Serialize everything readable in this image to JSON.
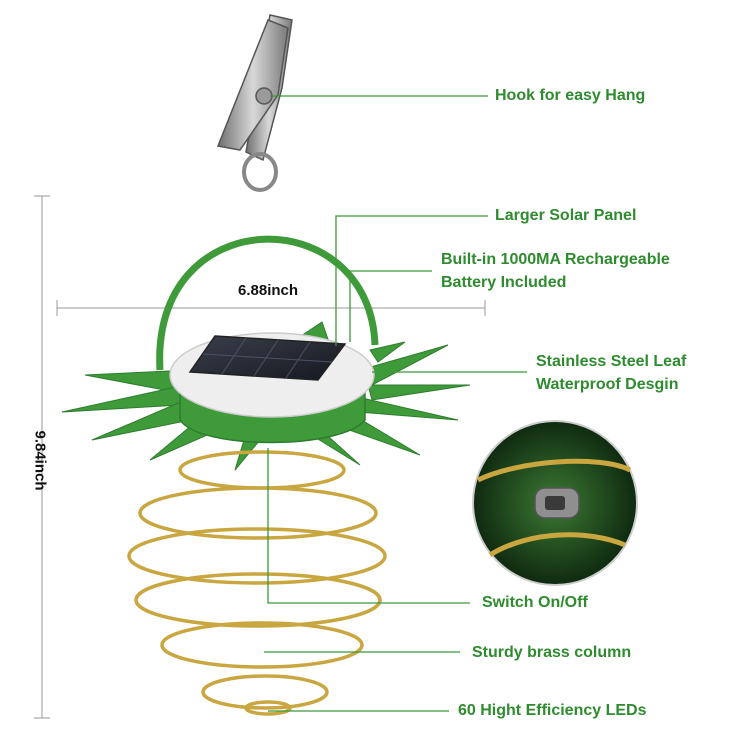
{
  "colors": {
    "label_text": "#2e8b2e",
    "leader_line": "#3a9a3a",
    "dimension_line": "#999999",
    "leaf_green": "#3f9a3a",
    "leaf_dark": "#2e7d2e",
    "brass_wire": "#c9a640",
    "clip_metal": "#8a8a8a"
  },
  "icons": {
    "product": "pineapple-solar-lantern-icon",
    "clip": "metal-clip-icon",
    "detail": "switch-closeup-icon"
  },
  "dimensions": {
    "width": "6.88inch",
    "height": "9.84inch"
  },
  "callouts": {
    "hook": "Hook for easy Hang",
    "solar_panel": "Larger Solar Panel",
    "battery_line1": "Built-in 1000MA Rechargeable",
    "battery_line2": "Battery Included",
    "leaf_line1": "Stainless Steel Leaf",
    "leaf_line2": "Waterproof Desgin",
    "switch": "Switch On/Off",
    "column": "Sturdy brass column",
    "leds": "60 Hight Efficiency LEDs"
  }
}
